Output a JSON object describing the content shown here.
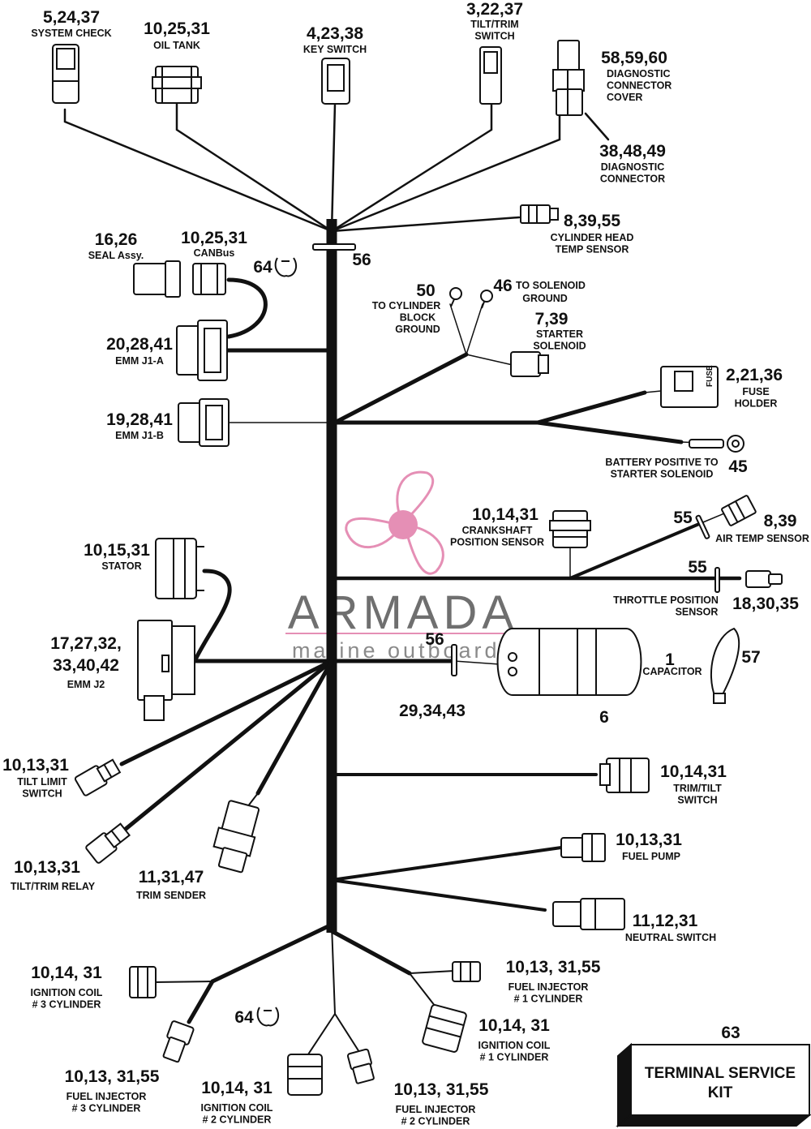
{
  "watermark": {
    "brand": "ARMADA",
    "tagline": "marine outboards",
    "brand_color": "#6f6f6f",
    "accent_color": "#e58fb5"
  },
  "components": [
    {
      "id": "system-check",
      "numbers": "5,24,37",
      "lines": [
        "SYSTEM CHECK"
      ]
    },
    {
      "id": "oil-tank",
      "numbers": "10,25,31",
      "lines": [
        "OIL TANK"
      ]
    },
    {
      "id": "key-switch",
      "numbers": "4,23,38",
      "lines": [
        "KEY SWITCH"
      ]
    },
    {
      "id": "tilt-trim-switch",
      "numbers": "3,22,37",
      "lines": [
        "TILT/TRIM",
        "SWITCH"
      ]
    },
    {
      "id": "diagnostic-connector-cover",
      "numbers": "58,59,60",
      "lines": [
        "DIAGNOSTIC",
        "CONNECTOR",
        "COVER"
      ]
    },
    {
      "id": "diagnostic-connector",
      "numbers": "38,48,49",
      "lines": [
        "DIAGNOSTIC",
        "CONNECTOR"
      ]
    },
    {
      "id": "cylinder-head-temp-sensor",
      "numbers": "8,39,55",
      "lines": [
        "CYLINDER HEAD",
        "TEMP SENSOR"
      ]
    },
    {
      "id": "seal-assy",
      "numbers": "16,26",
      "lines": [
        "SEAL Assy."
      ]
    },
    {
      "id": "canbus",
      "numbers": "10,25,31",
      "lines": [
        "CANBus"
      ]
    },
    {
      "id": "clip-top",
      "numbers": "64",
      "lines": []
    },
    {
      "id": "strap-56-top",
      "numbers": "56",
      "lines": []
    },
    {
      "id": "cylinder-block-ground",
      "numbers": "50",
      "lines": [
        "TO CYLINDER",
        "BLOCK",
        "GROUND"
      ]
    },
    {
      "id": "solenoid-ground",
      "numbers": "46",
      "lines": [
        "TO SOLENOID",
        "GROUND"
      ]
    },
    {
      "id": "starter-solenoid",
      "numbers": "7,39",
      "lines": [
        "STARTER",
        "SOLENOID"
      ]
    },
    {
      "id": "emm-j1a",
      "numbers": "20,28,41",
      "lines": [
        "EMM J1-A"
      ]
    },
    {
      "id": "emm-j1b",
      "numbers": "19,28,41",
      "lines": [
        "EMM J1-B"
      ]
    },
    {
      "id": "fuse-holder",
      "numbers": "2,21,36",
      "lines": [
        "FUSE",
        "HOLDER"
      ],
      "part_text": "FUSE"
    },
    {
      "id": "battery-positive",
      "numbers": "45",
      "lines": [
        "BATTERY POSITIVE TO",
        "STARTER SOLENOID"
      ]
    },
    {
      "id": "crankshaft-position-sensor",
      "numbers": "10,14,31",
      "lines": [
        "CRANKSHAFT",
        "POSITION SENSOR"
      ]
    },
    {
      "id": "strap-55-air",
      "numbers": "55",
      "lines": []
    },
    {
      "id": "air-temp-sensor",
      "numbers": "8,39",
      "lines": [
        "AIR TEMP SENSOR"
      ]
    },
    {
      "id": "strap-55-throttle",
      "numbers": "55",
      "lines": []
    },
    {
      "id": "throttle-position-sensor",
      "numbers": "18,30,35",
      "lines": [
        "THROTTLE POSITION",
        "SENSOR"
      ]
    },
    {
      "id": "stator",
      "numbers": "10,15,31",
      "lines": [
        "STATOR"
      ]
    },
    {
      "id": "emm-j2",
      "numbers": "17,27,32,\n33,40,42",
      "lines": [
        "EMM J2"
      ]
    },
    {
      "id": "strap-56-mid",
      "numbers": "56",
      "lines": []
    },
    {
      "id": "capacitor",
      "numbers": "1",
      "lines": [
        "CAPACITOR"
      ]
    },
    {
      "id": "strap-57",
      "numbers": "57",
      "lines": []
    },
    {
      "id": "capacitor-terminals",
      "numbers": "29,34,43",
      "lines": []
    },
    {
      "id": "capacitor-body",
      "numbers": "6",
      "lines": []
    },
    {
      "id": "tilt-limit-switch",
      "numbers": "10,13,31",
      "lines": [
        "TILT LIMIT",
        "SWITCH"
      ]
    },
    {
      "id": "trim-tilt-switch",
      "numbers": "10,14,31",
      "lines": [
        "TRIM/TILT",
        "SWITCH"
      ]
    },
    {
      "id": "tilt-trim-relay",
      "numbers": "10,13,31",
      "lines": [
        "TILT/TRIM RELAY"
      ]
    },
    {
      "id": "trim-sender",
      "numbers": "11,31,47",
      "lines": [
        "TRIM SENDER"
      ]
    },
    {
      "id": "fuel-pump",
      "numbers": "10,13,31",
      "lines": [
        "FUEL PUMP"
      ]
    },
    {
      "id": "neutral-switch",
      "numbers": "11,12,31",
      "lines": [
        "NEUTRAL SWITCH"
      ]
    },
    {
      "id": "ignition-coil-3",
      "numbers": "10,14, 31",
      "lines": [
        "IGNITION COIL",
        "# 3 CYLINDER"
      ]
    },
    {
      "id": "fuel-injector-1",
      "numbers": "10,13, 31,55",
      "lines": [
        "FUEL INJECTOR",
        "# 1 CYLINDER"
      ]
    },
    {
      "id": "clip-bottom",
      "numbers": "64",
      "lines": []
    },
    {
      "id": "ignition-coil-1",
      "numbers": "10,14, 31",
      "lines": [
        "IGNITION COIL",
        "# 1 CYLINDER"
      ]
    },
    {
      "id": "fuel-injector-3",
      "numbers": "10,13, 31,55",
      "lines": [
        "FUEL INJECTOR",
        "# 3 CYLINDER"
      ]
    },
    {
      "id": "ignition-coil-2",
      "numbers": "10,14, 31",
      "lines": [
        "IGNITION COIL",
        "# 2 CYLINDER"
      ]
    },
    {
      "id": "fuel-injector-2",
      "numbers": "10,13, 31,55",
      "lines": [
        "FUEL INJECTOR",
        "# 2 CYLINDER"
      ]
    },
    {
      "id": "terminal-service-kit",
      "numbers": "63",
      "lines": [
        "TERMINAL SERVICE",
        "KIT"
      ]
    }
  ]
}
